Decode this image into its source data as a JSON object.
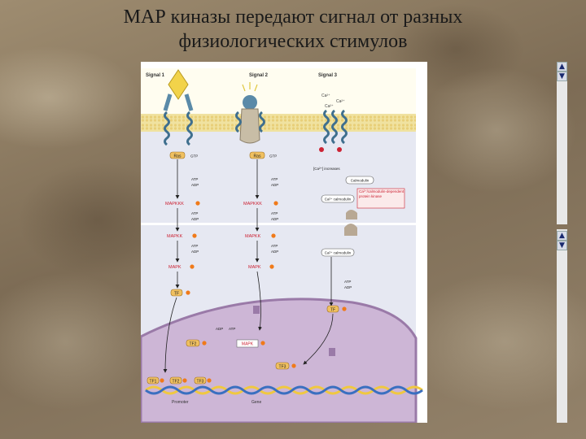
{
  "slide": {
    "title_line1": "МАР киназы передают сигнал от разных",
    "title_line2": "физиологических стимулов"
  },
  "diagram": {
    "signal_labels": [
      "Signal 1",
      "Signal 2",
      "Signal 3"
    ],
    "ions": {
      "ca2": "Ca²⁺"
    },
    "ras": "Ras",
    "gtp": "GTP",
    "atp": "ATP",
    "adp": "ADP",
    "mapkkk": "MAPKKK",
    "mapkk": "MAPKK",
    "mapk": "MAPK",
    "tf": "TF",
    "tf1": "TF1",
    "tf2": "TF2",
    "tf3": "TF3",
    "p": "P",
    "ca_increase": "[Ca²⁺] increases",
    "calmodulin": "Calmodulin",
    "ca_calmodulin": "Ca²⁺ calmodulin",
    "camk": "Ca²⁺/calmodulin-dependent protein kinase",
    "promoter": "Promoter",
    "gene": "Gene"
  },
  "colors": {
    "membrane": "#f0e2a0",
    "receptor": "#5a8aa8",
    "ligand": "#f2d34a",
    "cytoplasm": "#e6e8f2",
    "nucleus": "#cdb6d6",
    "red_label": "#cc2233",
    "p_circle": "#f07a1a"
  },
  "icons": {
    "scroll_up": "▲",
    "scroll_down": "▼"
  }
}
